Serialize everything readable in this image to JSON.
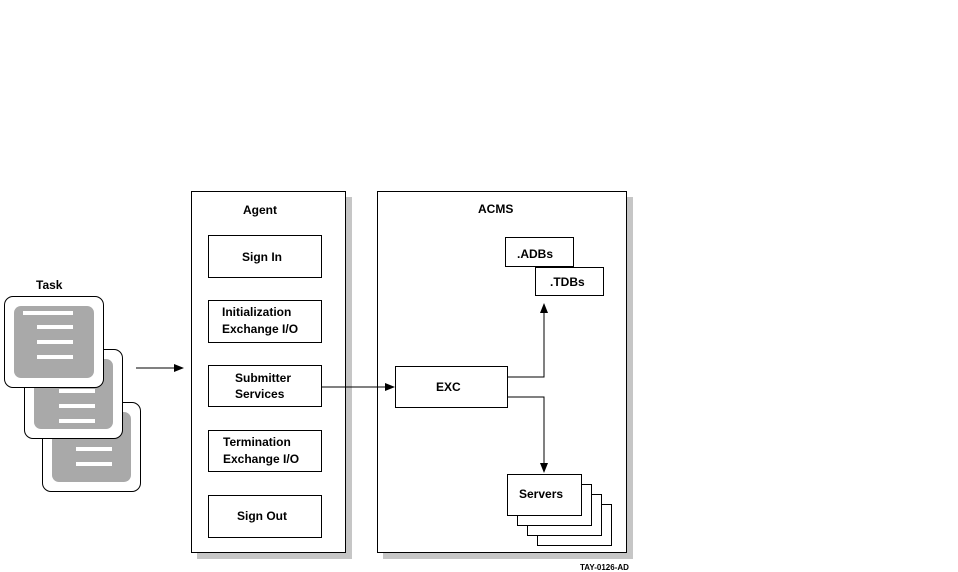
{
  "task": {
    "label": "Task"
  },
  "agent": {
    "title": "Agent",
    "boxes": [
      {
        "line1": "Sign In",
        "line2": ""
      },
      {
        "line1": "Initialization",
        "line2": "Exchange I/O"
      },
      {
        "line1": "Submitter",
        "line2": "Services"
      },
      {
        "line1": "Termination",
        "line2": "Exchange I/O"
      },
      {
        "line1": "Sign Out",
        "line2": ""
      }
    ]
  },
  "acms": {
    "title": "ACMS",
    "exc": "EXC",
    "adbs": ".ADBs",
    "tdbs": ".TDBs",
    "servers": "Servers"
  },
  "figure_code": "TAY-0126-AD"
}
